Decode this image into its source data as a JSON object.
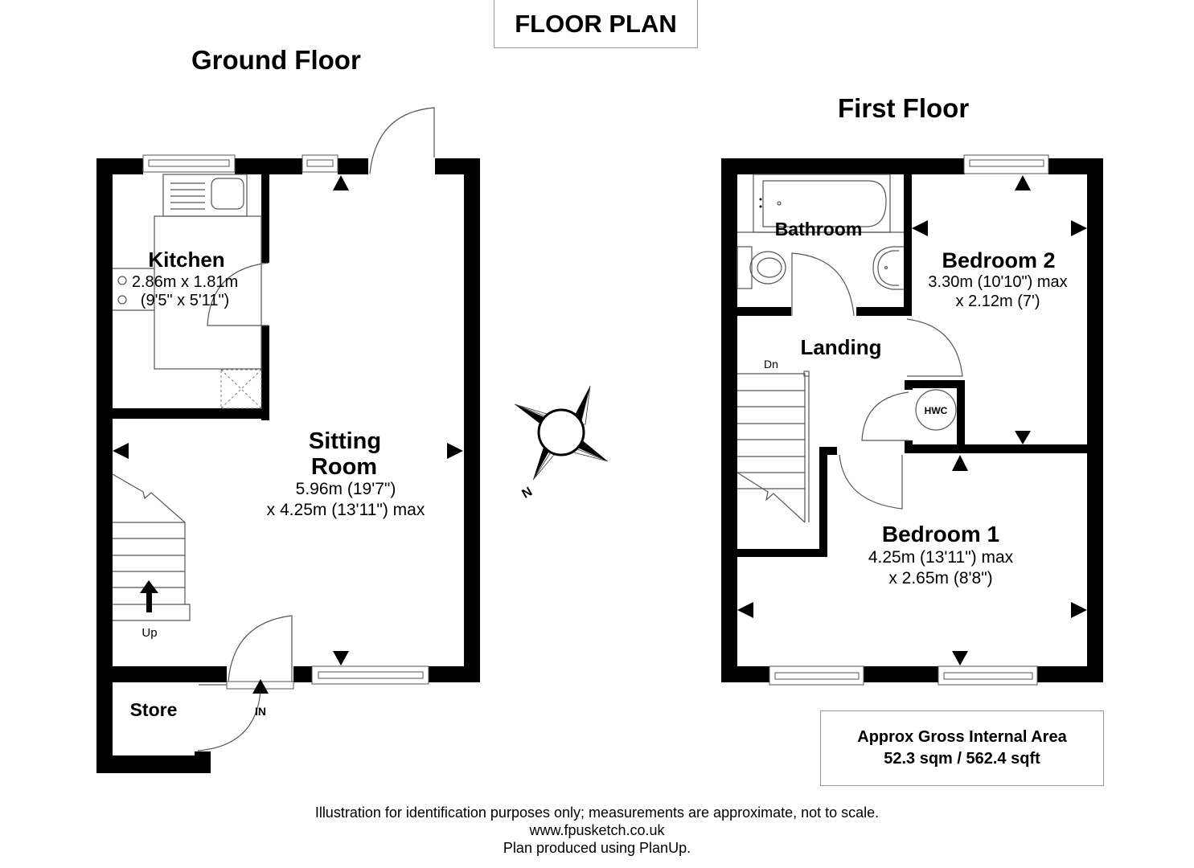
{
  "header": {
    "title": "FLOOR PLAN"
  },
  "ground_floor": {
    "title": "Ground Floor",
    "rooms": {
      "kitchen": {
        "name": "Kitchen",
        "dim1": "2.86m x 1.81m",
        "dim2": "(9'5\" x 5'11\")"
      },
      "sitting_room": {
        "name1": "Sitting",
        "name2": "Room",
        "dim1": "5.96m (19'7\")",
        "dim2": "x 4.25m (13'11\") max"
      },
      "store": {
        "name": "Store"
      }
    },
    "labels": {
      "stairs_up": "Up",
      "entrance": "IN"
    }
  },
  "first_floor": {
    "title": "First Floor",
    "rooms": {
      "bathroom": {
        "name": "Bathroom"
      },
      "bedroom2": {
        "name": "Bedroom 2",
        "dim1": "3.30m (10'10\") max",
        "dim2": "x 2.12m (7')"
      },
      "landing": {
        "name": "Landing"
      },
      "bedroom1": {
        "name": "Bedroom 1",
        "dim1": "4.25m (13'11\") max",
        "dim2": "x 2.65m (8'8\")"
      }
    },
    "labels": {
      "stairs_down": "Dn",
      "hot_water_cylinder": "HWC"
    }
  },
  "compass": {
    "north_label": "N"
  },
  "area": {
    "line1": "Approx Gross Internal Area",
    "line2": "52.3 sqm / 562.4 sqft"
  },
  "footer": {
    "disclaimer": "Illustration for identification purposes only; measurements are approximate, not to scale.",
    "website": "www.fpusketch.co.uk",
    "credit": "Plan produced using PlanUp."
  }
}
